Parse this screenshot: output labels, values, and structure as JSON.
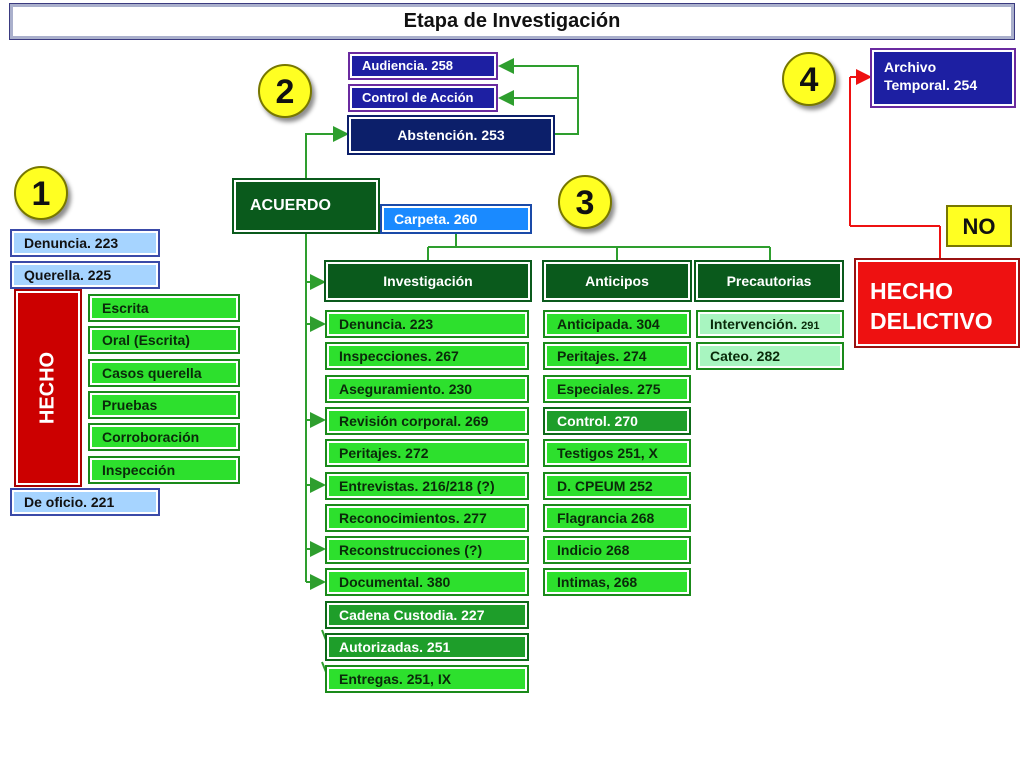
{
  "title": "Etapa de Investigación",
  "steps": [
    "1",
    "2",
    "3",
    "4"
  ],
  "audiencia": "Audiencia. 258",
  "control_accion": "Control de Acción",
  "abstencion": "Abstención. 253",
  "acuerdo": "ACUERDO",
  "carpeta": "Carpeta. 260",
  "archivo": [
    "Archivo",
    "Temporal. 254"
  ],
  "no_label": "NO",
  "hecho_delictivo": [
    "HECHO",
    "DELICTIVO"
  ],
  "left": {
    "denuncia": "Denuncia. 223",
    "querella": "Querella. 225",
    "hecho": "HECHO",
    "hecho_items": [
      "Escrita",
      "Oral (Escrita)",
      "Casos querella",
      "Pruebas",
      "Corroboración",
      "Inspección"
    ],
    "de_oficio": "De oficio. 221"
  },
  "columns": {
    "investigacion": {
      "header": "Investigación",
      "items": [
        "Denuncia. 223",
        "Inspecciones. 267",
        "Aseguramiento. 230",
        "Revisión corporal. 269",
        "Peritajes. 272",
        "Entrevistas. 216/218 (?)",
        "Reconocimientos. 277",
        "Reconstrucciones (?)",
        "Documental. 380",
        "Cadena Custodia. 227",
        "Autorizadas. 251",
        "Entregas. 251, IX"
      ]
    },
    "anticipos": {
      "header": "Anticipos",
      "items": [
        "Anticipada. 304",
        "Peritajes. 274",
        "Especiales. 275",
        "Control. 270",
        "Testigos 251, X",
        "D. CPEUM 252",
        "Flagrancia 268",
        "Indicio 268",
        "Intimas, 268"
      ]
    },
    "precautorias": {
      "header": "Precautorias",
      "items": [
        {
          "label": "Intervención.",
          "suffix": "291"
        },
        {
          "label": "Cateo. 282",
          "suffix": ""
        }
      ]
    }
  },
  "colors": {
    "line_green": "#2e9e2e",
    "line_red": "#ee1111",
    "circle_yellow": "#ffff22",
    "box_green": "#2de02d",
    "box_darkgreen": "#0a5a1c",
    "box_blue": "#a6d4ff",
    "box_red": "#ee1111"
  }
}
